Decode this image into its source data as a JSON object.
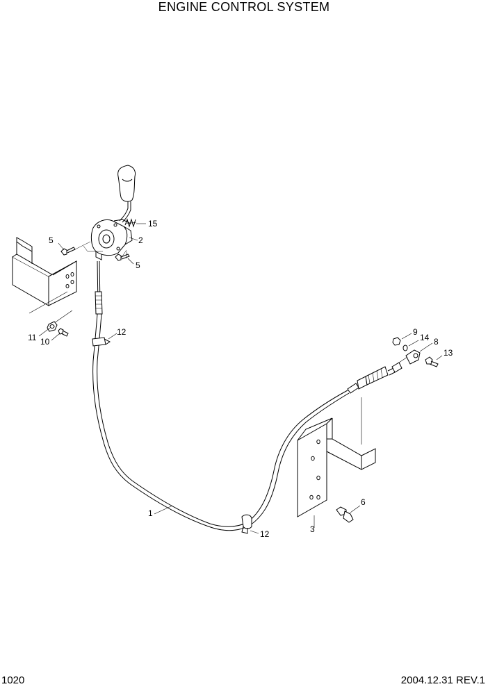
{
  "page": {
    "title": "ENGINE CONTROL SYSTEM",
    "page_number": "1020",
    "revision": "2004.12.31  REV.1"
  },
  "callouts": {
    "c1": "1",
    "c2": "2",
    "c3": "3",
    "c5a": "5",
    "c5b": "5",
    "c6": "6",
    "c8": "8",
    "c9": "9",
    "c10": "10",
    "c11": "11",
    "c12a": "12",
    "c12b": "12",
    "c13": "13",
    "c14": "14",
    "c15": "15"
  }
}
